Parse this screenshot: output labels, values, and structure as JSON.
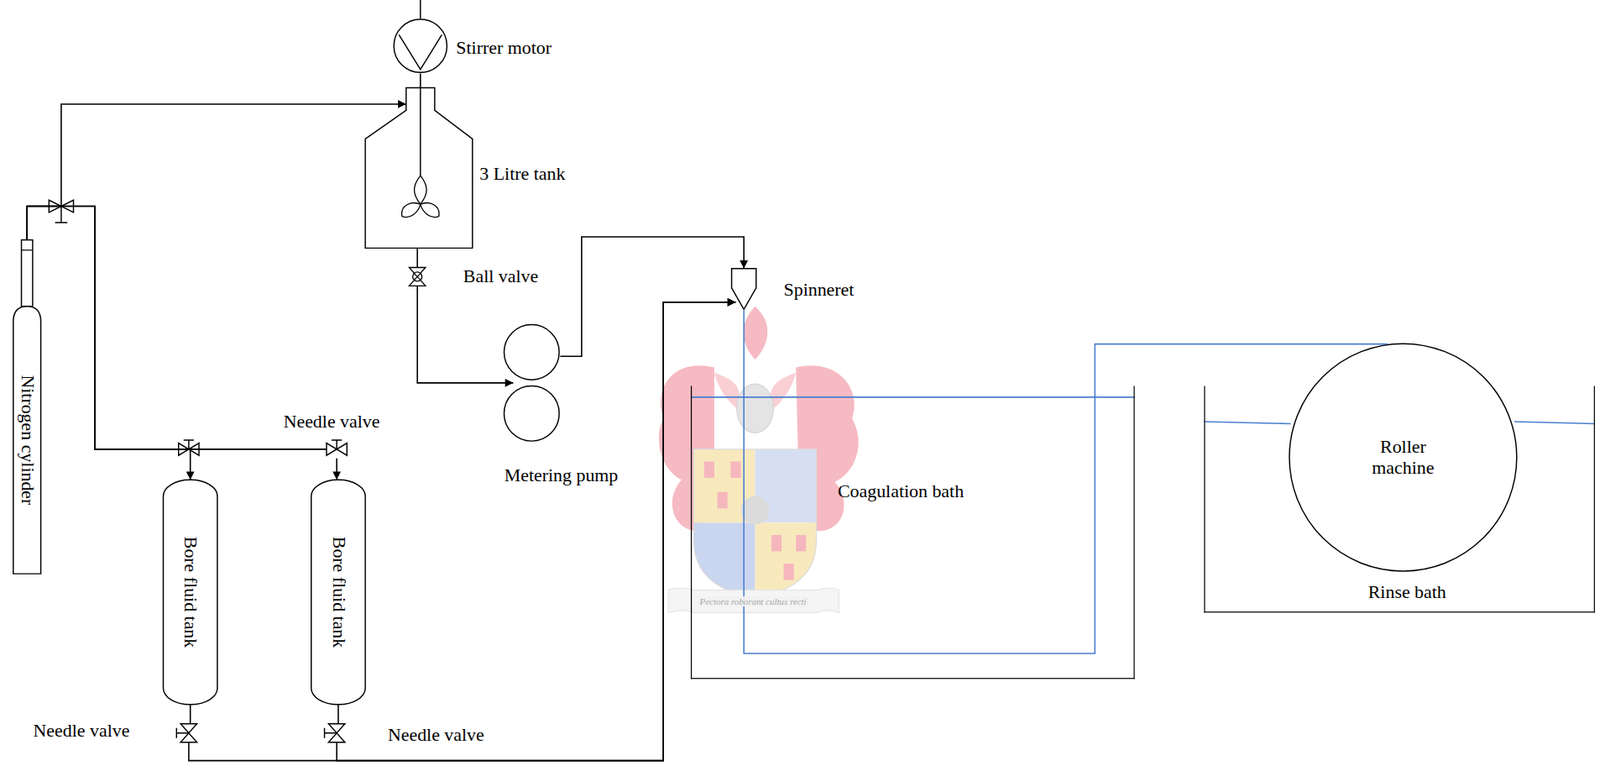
{
  "diagram": {
    "nodes": [
      {
        "text": [
          "Nitrogen cylinder"
        ]
      },
      {
        "text": [
          "Stirrer motor"
        ]
      },
      {
        "text": [
          "3 Litre tank"
        ]
      },
      {
        "text": [
          "Ball valve"
        ]
      },
      {
        "text": [
          "Metering pump"
        ]
      },
      {
        "text": [
          "Spinneret"
        ]
      },
      {
        "text": [
          "Needle valve"
        ]
      },
      {
        "text": [
          "Bore fluid tank"
        ]
      },
      {
        "text": [
          "Bore fluid tank"
        ]
      },
      {
        "text": [
          "Needle valve"
        ]
      },
      {
        "text": [
          "Needle valve"
        ]
      },
      {
        "text": [
          "Coagulation bath"
        ]
      },
      {
        "text": [
          "Rinse bath"
        ]
      },
      {
        "text": [
          "Roller machine"
        ],
        "in": 12
      }
    ],
    "edges": [
      {
        "from": 0,
        "to": 2,
        "arrow": "to"
      },
      {
        "from": 0,
        "to": 7,
        "arrow": "to"
      },
      {
        "from": 0,
        "to": 6,
        "arrow": "none"
      },
      {
        "from": 1,
        "to": 2,
        "arrow": "none"
      },
      {
        "from": 2,
        "to": 3,
        "arrow": "none"
      },
      {
        "from": 3,
        "to": 4,
        "arrow": "to"
      },
      {
        "from": 4,
        "to": 5,
        "arrow": "to"
      },
      {
        "from": 6,
        "to": 8,
        "arrow": "to"
      },
      {
        "from": 7,
        "to": 9,
        "arrow": "none"
      },
      {
        "from": 8,
        "to": 10,
        "arrow": "none"
      },
      {
        "from": 9,
        "to": 5,
        "arrow": "to"
      },
      {
        "from": 10,
        "to": 5,
        "arrow": "to"
      },
      {
        "from": 5,
        "to": 13,
        "arrow": "none"
      }
    ],
    "labels": [
      "Pectora roborant cultus recti"
    ]
  }
}
